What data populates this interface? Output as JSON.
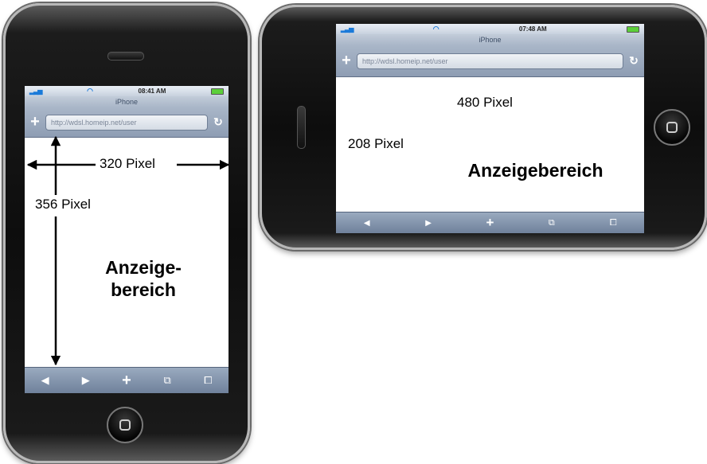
{
  "portrait": {
    "status": {
      "time": "08:41 AM"
    },
    "title": "iPhone",
    "url": "http://wdsl.homeip.net/user",
    "width_label": "320 Pixel",
    "height_label": "356 Pixel",
    "area_line1": "Anzeige-",
    "area_line2": "bereich"
  },
  "landscape": {
    "status": {
      "time": "07:48 AM"
    },
    "title": "iPhone",
    "url": "http://wdsl.homeip.net/user",
    "width_label": "480 Pixel",
    "height_label": "208 Pixel",
    "area_label": "Anzeigebereich"
  },
  "toolbar_icons": {
    "back": "◀",
    "forward": "▶",
    "add": "+",
    "bookmarks": "⧉",
    "pages": "⧠"
  },
  "colors": {
    "bezel": "#0d0d0d",
    "chrome_bar": "#8e9db3",
    "signal": "#1a7ad9",
    "battery": "#5ccf3a"
  }
}
